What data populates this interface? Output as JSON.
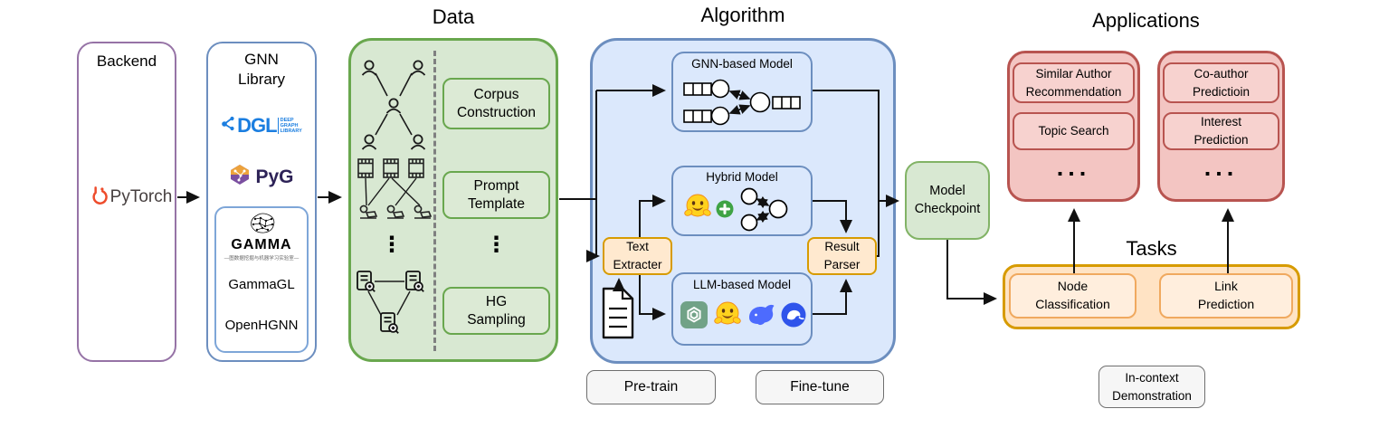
{
  "theme": {
    "purple-stroke": "#9673a6",
    "blue-stroke": "#6c8ebf",
    "blue-fill": "#dbe8fc",
    "green-stroke": "#69a74e",
    "green-fill": "#d8e8d2",
    "green-fill2": "#dcead5",
    "red-stroke": "#b85450",
    "red-fill": "#f3c5c2",
    "red-fill2": "#f7d2cf",
    "orange-stroke": "#d79b00",
    "orange-fill": "#ffe9cf",
    "orange-fill2": "#ffe3c4",
    "pytorch-orange": "#ee4c2c",
    "dgl-blue": "#1b7ee0",
    "arrow-black": "#111111"
  },
  "backend": {
    "title": "Backend",
    "pytorch_label": "PyTorch"
  },
  "gnn_library": {
    "title": "GNN\nLibrary",
    "dgl_text": "DGL",
    "dgl_sub": "DEEP\nGRAPH\nLIBRARY",
    "pyg_text": "PyG",
    "gamma_text": "GAMMA",
    "gamma_subtitle": "—图数据挖掘与机器学习实验室—",
    "items": [
      "GammaGL",
      "OpenHGNN"
    ]
  },
  "data_section": {
    "title": "Data",
    "corpus": "Corpus\nConstruction",
    "prompt": "Prompt\nTemplate",
    "ellipsis": "⋮",
    "hg": "HG\nSampling"
  },
  "algorithm": {
    "title": "Algorithm",
    "gnn_model": "GNN-based Model",
    "hybrid_model": "Hybrid Model",
    "llm_model": "LLM-based Model",
    "text_extracter": "Text\nExtracter",
    "result_parser": "Result\nParser",
    "pretrain": "Pre-train",
    "finetune": "Fine-tune"
  },
  "checkpoint": {
    "label": "Model\nCheckpoint"
  },
  "applications": {
    "title": "Applications",
    "group1": [
      "Similar Author\nRecommendation",
      "Topic Search",
      "..."
    ],
    "group2": [
      "Co-author\nPredictioin",
      "Interest\nPrediction",
      "..."
    ]
  },
  "tasks": {
    "title": "Tasks",
    "node": "Node\nClassification",
    "link": "Link\nPrediction",
    "incontext": "In-context\nDemonstration"
  },
  "icons": {
    "pytorch": "pytorch-flame-icon",
    "dgl": "dgl-graph-icon",
    "pyg": "pyg-hexagon-icon",
    "gamma": "gamma-brain-icon",
    "person_graph": "author-graph-icon",
    "movie_graph": "movie-author-bipartite-icon",
    "doc_graph": "document-search-triangle-icon",
    "huggingface": "huggingface-icon",
    "plus": "plus-icon",
    "openai": "openai-icon",
    "deepseek": "deepseek-whale-icon",
    "chatglm": "chatglm-icon",
    "document": "document-icon"
  }
}
